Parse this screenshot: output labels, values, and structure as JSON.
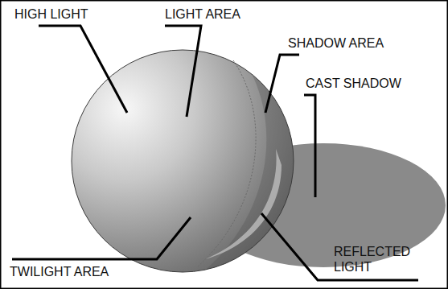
{
  "diagram": {
    "labels": [
      "HIGH LIGHT",
      "LIGHT AREA",
      "SHADOW AREA",
      "CAST SHADOW",
      "REFLECTED LIGHT",
      "TWILIGHT AREA"
    ]
  }
}
